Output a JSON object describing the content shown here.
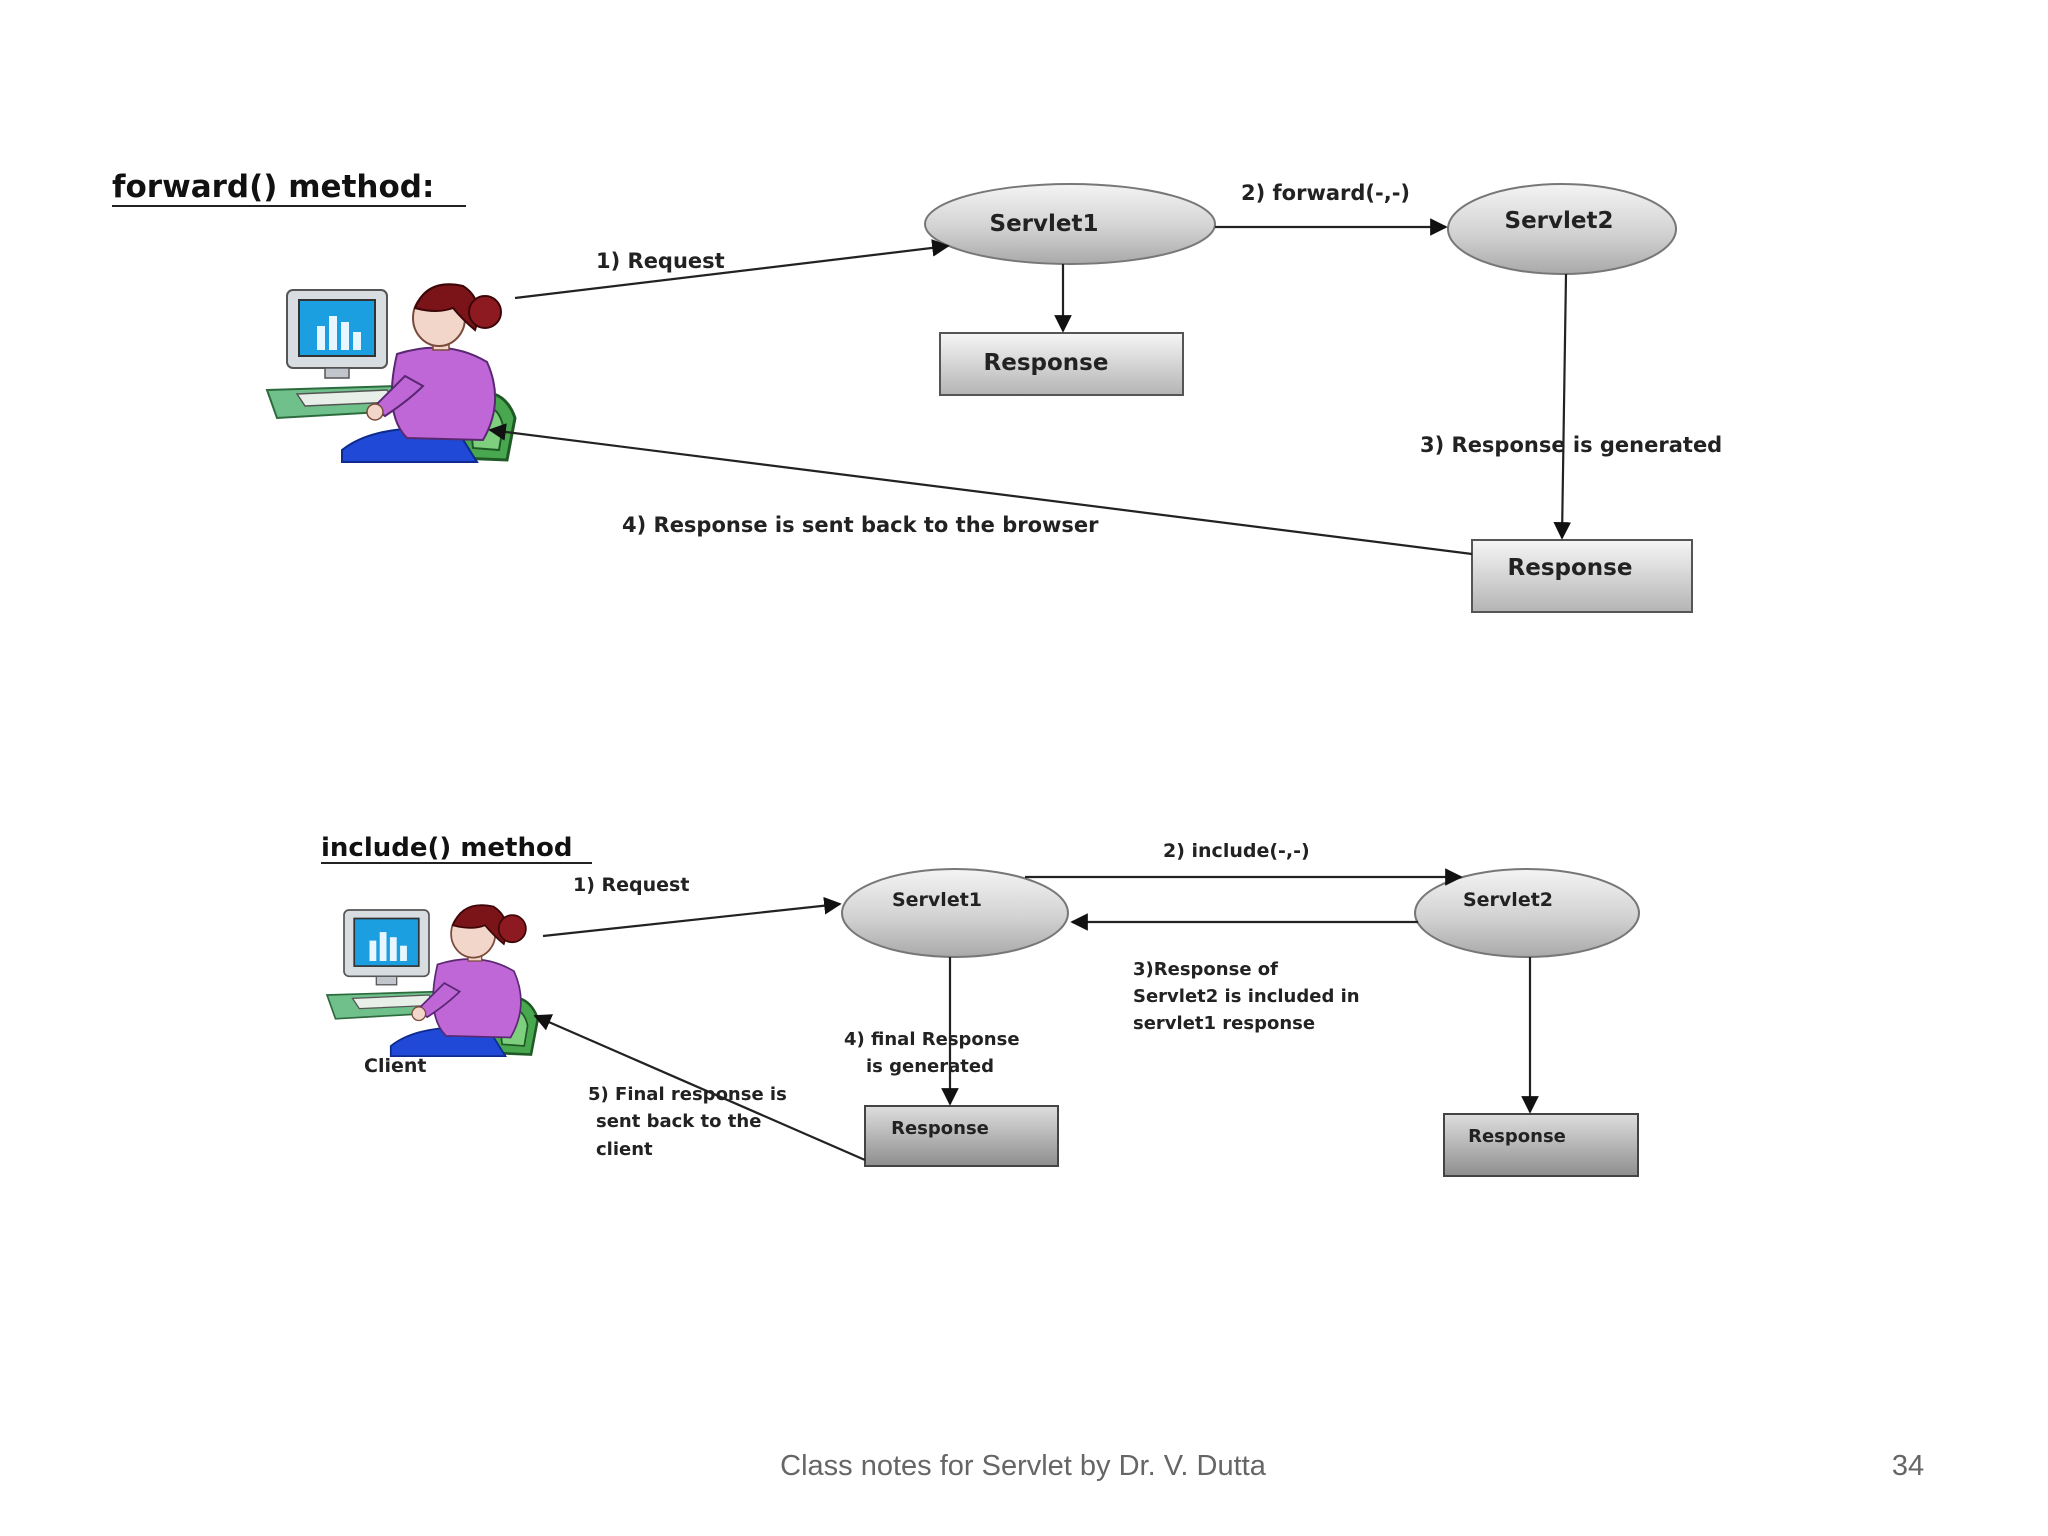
{
  "forward": {
    "title": "forward() method:",
    "servlet1": "Servlet1",
    "servlet2": "Servlet2",
    "response1": "Response",
    "response2": "Response",
    "step1": "1) Request",
    "step2": "2) forward(-,-)",
    "step3": "3) Response is generated",
    "step4": "4) Response  is sent back to the browser"
  },
  "include": {
    "title": "include() method",
    "servlet1": "Servlet1",
    "servlet2": "Servlet2",
    "response1": "Response",
    "response2": "Response",
    "client": "Client",
    "step1": "1) Request",
    "step2": "2) include(-,-)",
    "step3": [
      "3)Response of",
      "Servlet2 is included  in",
      "servlet1 response"
    ],
    "step4": [
      "4) final Response",
      "is generated"
    ],
    "step5": [
      "5) Final response  is",
      "sent back to the",
      "client"
    ]
  },
  "footer": {
    "note": "Class notes for Servlet by Dr. V. Dutta",
    "page": "34"
  },
  "icons": {
    "client": "person-at-computer-icon"
  }
}
